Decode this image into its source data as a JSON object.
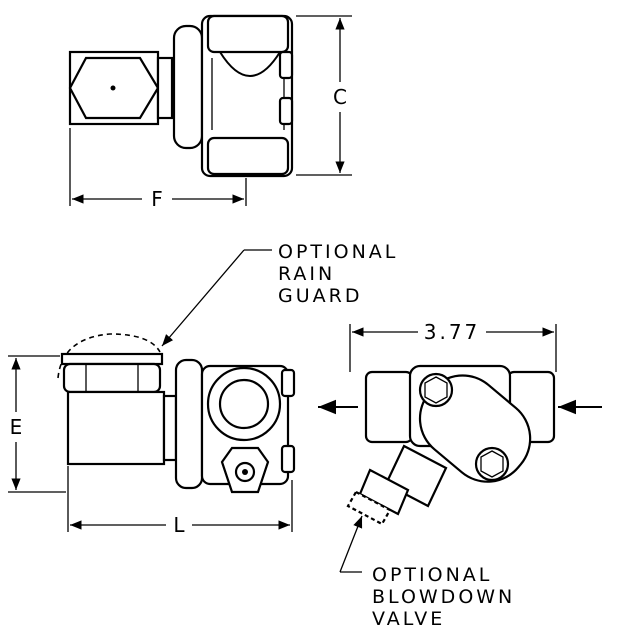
{
  "dimensions": {
    "c": "C",
    "f": "F",
    "e": "E",
    "l": "L",
    "width": "3.77"
  },
  "callouts": {
    "rain_guard": [
      "OPTIONAL",
      "RAIN",
      "GUARD"
    ],
    "blowdown_valve": [
      "OPTIONAL",
      "BLOWDOWN",
      "VALVE"
    ]
  }
}
